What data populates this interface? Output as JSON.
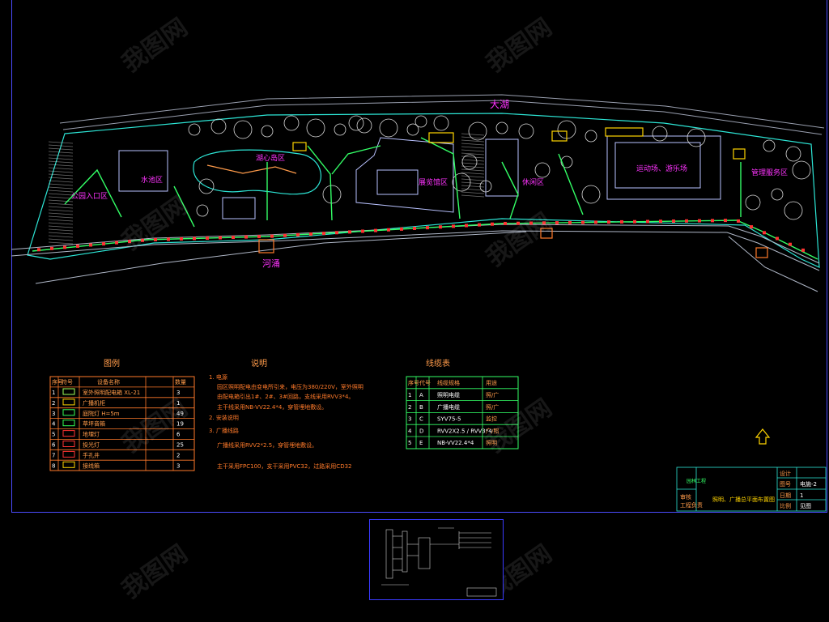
{
  "site_labels": {
    "lake": "大湖",
    "river": "河涌",
    "zone_entrance": "公园入口区",
    "zone_pond": "水池区",
    "zone_island": "湖心岛区",
    "zone_exhibit": "展览馆区",
    "zone_rest": "休闲区",
    "zone_sports": "运动场、游乐场",
    "zone_gate": "管理服务区"
  },
  "legend": {
    "title": "图例",
    "headers": [
      "序号",
      "符号",
      "设备名称",
      "数量"
    ],
    "rows": [
      {
        "no": "1",
        "name": "室外照明配电箱 XL-21",
        "qty": "3",
        "color": "#9fff5a"
      },
      {
        "no": "2",
        "name": "广播机柜",
        "qty": "1",
        "color": "#ffd400"
      },
      {
        "no": "3",
        "name": "庭院灯 H=5m",
        "qty": "49",
        "color": "#33ff55"
      },
      {
        "no": "4",
        "name": "草坪音箱",
        "qty": "19",
        "color": "#33ff55"
      },
      {
        "no": "5",
        "name": "地埋灯",
        "qty": "6",
        "color": "#ff3333"
      },
      {
        "no": "6",
        "name": "投光灯",
        "qty": "25",
        "color": "#ff3333"
      },
      {
        "no": "7",
        "name": "手孔井",
        "qty": "2",
        "color": "#ff3333"
      },
      {
        "no": "8",
        "name": "接线箱",
        "qty": "3",
        "color": "#ffd400"
      }
    ]
  },
  "notes": {
    "title": "说明",
    "items": [
      "1. 电源",
      "园区照明配电由变电所引来，电压为380/220V，室外照明",
      "由配电箱引出1#、2#、3#回路，支线采用RVV3*4。",
      "主干线采用NB-VV22.4*4，穿管埋地敷设。",
      "2. 安装说明",
      "3. 广播线路",
      "广播线采用RVV2*2.5，穿管埋地敷设。",
      "主干采用FPC100，支干采用PVC32，过路采用CD32"
    ]
  },
  "cable_table": {
    "title": "线缆表",
    "headers": [
      "序号",
      "代号",
      "线缆规格",
      "用途"
    ],
    "rows": [
      {
        "no": "1",
        "code": "A",
        "spec": "照明电缆",
        "use": "照/广"
      },
      {
        "no": "2",
        "code": "B",
        "spec": "广播电缆",
        "use": "照/广"
      },
      {
        "no": "3",
        "code": "C",
        "spec": "SYV75-5",
        "use": "监控"
      },
      {
        "no": "4",
        "code": "D",
        "spec": "RVV2X2.5 / RVV3*4",
        "use": "广/照"
      },
      {
        "no": "5",
        "code": "E",
        "spec": "NB-VV22.4*4",
        "use": "照明"
      }
    ]
  },
  "title_block": {
    "project": "园林工程",
    "drawing_title": "照明、广播总平面布置图",
    "rows_left": [
      "审核",
      "工程负责"
    ],
    "fields": [
      "设计",
      "图号",
      "日期",
      "比例"
    ],
    "values": [
      "电施-2",
      "1",
      "",
      "见图"
    ]
  },
  "watermark": "我图网"
}
